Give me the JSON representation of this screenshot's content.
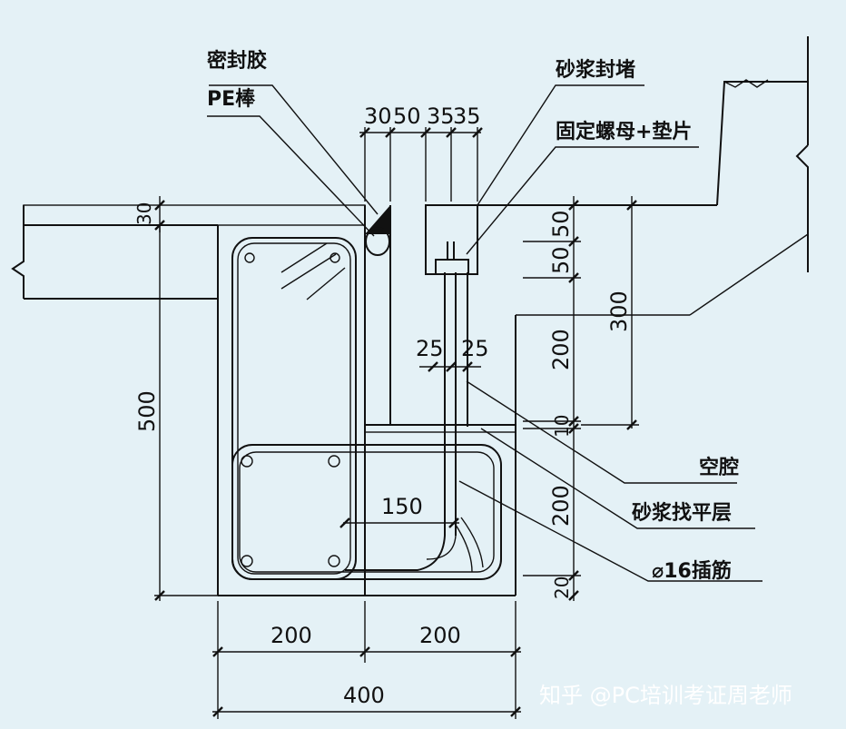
{
  "labels": {
    "sealant": "密封胶",
    "pe_rod": "PE棒",
    "mortar_seal": "砂浆封堵",
    "nut_washer": "固定螺母+垫片",
    "cavity": "空腔",
    "mortar_level": "砂浆找平层",
    "rebar": "⌀16插筋"
  },
  "dimensions": {
    "top_gaps": "30 50 35 35",
    "top_30": "30",
    "top_50": "50",
    "top_35a": "35",
    "top_35b": "35",
    "slab_30": "30",
    "right_50a": "50",
    "right_50b": "50",
    "right_300": "300",
    "right_200a": "200",
    "right_10": "10",
    "right_200b": "200",
    "right_20": "20",
    "left_500": "500",
    "mid_25a": "25",
    "mid_25b": "25",
    "mid_150": "150",
    "bot_200a": "200",
    "bot_200b": "200",
    "bot_400": "400"
  },
  "watermark": "知乎 @PC培训考证周老师",
  "colors": {
    "background": "#e4f1f6",
    "line": "#111111"
  }
}
